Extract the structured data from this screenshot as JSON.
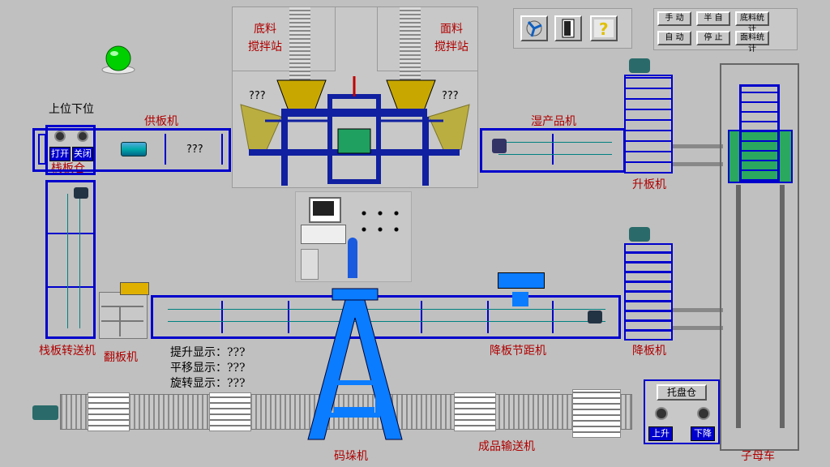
{
  "labels": {
    "bottom_mix": "底料\n搅拌站",
    "top_mix": "面料\n搅拌站",
    "up_down": "上位下位",
    "open": "打开",
    "close": "关闭",
    "pallet_bin": "栈板仓",
    "feeder": "供板机",
    "wet_product": "湿产品机",
    "lifter": "升板机",
    "pallet_transfer": "栈板转送机",
    "flip": "翻板机",
    "lower_pitch": "降板节距机",
    "lowerer": "降板机",
    "stacker": "码垛机",
    "finished_conveyor": "成品输送机",
    "mother_car": "子母车",
    "tray_bin": "托盘仓",
    "raise": "上升",
    "lower": "下降"
  },
  "unknowns": {
    "feeder_val": "???",
    "left_mix_val": "???",
    "right_mix_val": "???"
  },
  "status": {
    "lift": "提升显示：???",
    "translate": "平移显示：???",
    "rotate": "旋转显示：???"
  },
  "toolbar": {
    "icons": [
      "fan-icon",
      "exit-door-icon",
      "help-question-icon"
    ],
    "buttons": [
      "手 动",
      "半 自",
      "底料统计",
      "自 动",
      "停 止",
      "面料统计"
    ]
  },
  "colors": {
    "accent_blue": "#0000cc",
    "machine_blue": "#0a7cff",
    "label_red": "#b00000",
    "indicator_green": "#00d000"
  }
}
